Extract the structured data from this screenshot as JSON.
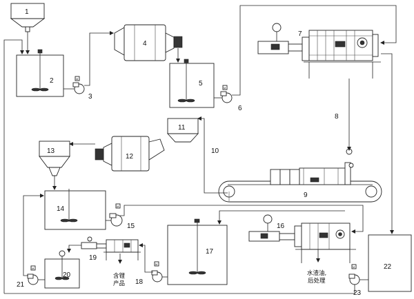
{
  "labels": {
    "n1": "1",
    "n2": "2",
    "n3": "3",
    "n4": "4",
    "n5": "5",
    "n6": "6",
    "n7": "7",
    "n8": "8",
    "n9": "9",
    "n10": "10",
    "n11": "11",
    "n12": "12",
    "n13": "13",
    "n14": "14",
    "n15": "15",
    "n16": "16",
    "n17": "17",
    "n18": "18",
    "n19": "19",
    "n20": "20",
    "n21": "21",
    "n22": "22",
    "n23": "23"
  },
  "captions": {
    "product_line1": "含锂",
    "product_line2": "产品",
    "residue_line1": "水渣油,",
    "residue_line2": "后处理"
  }
}
